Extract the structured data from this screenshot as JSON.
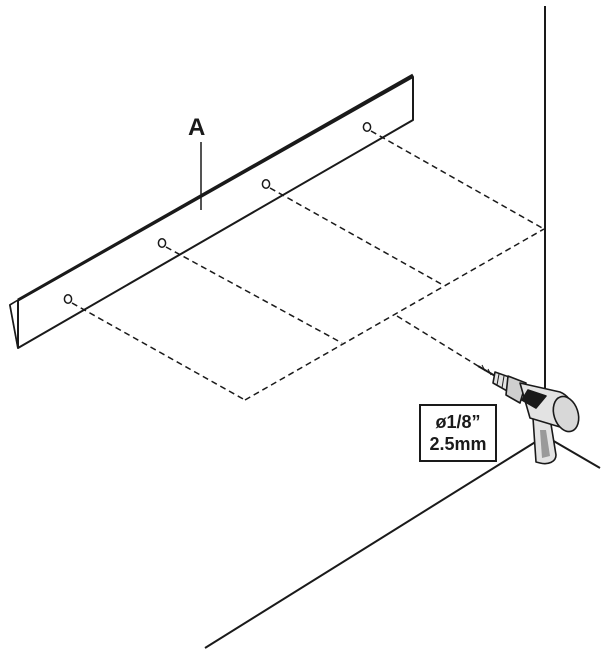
{
  "callout_label": "A",
  "drill_bit_spec": {
    "imperial": "ø1/8”",
    "metric": "2.5mm"
  },
  "colors": {
    "line": "#1a1a1a",
    "drill_body": "#e3e3e3",
    "drill_shadow": "#9a9a9a"
  },
  "icons": [
    "power-drill-icon"
  ]
}
